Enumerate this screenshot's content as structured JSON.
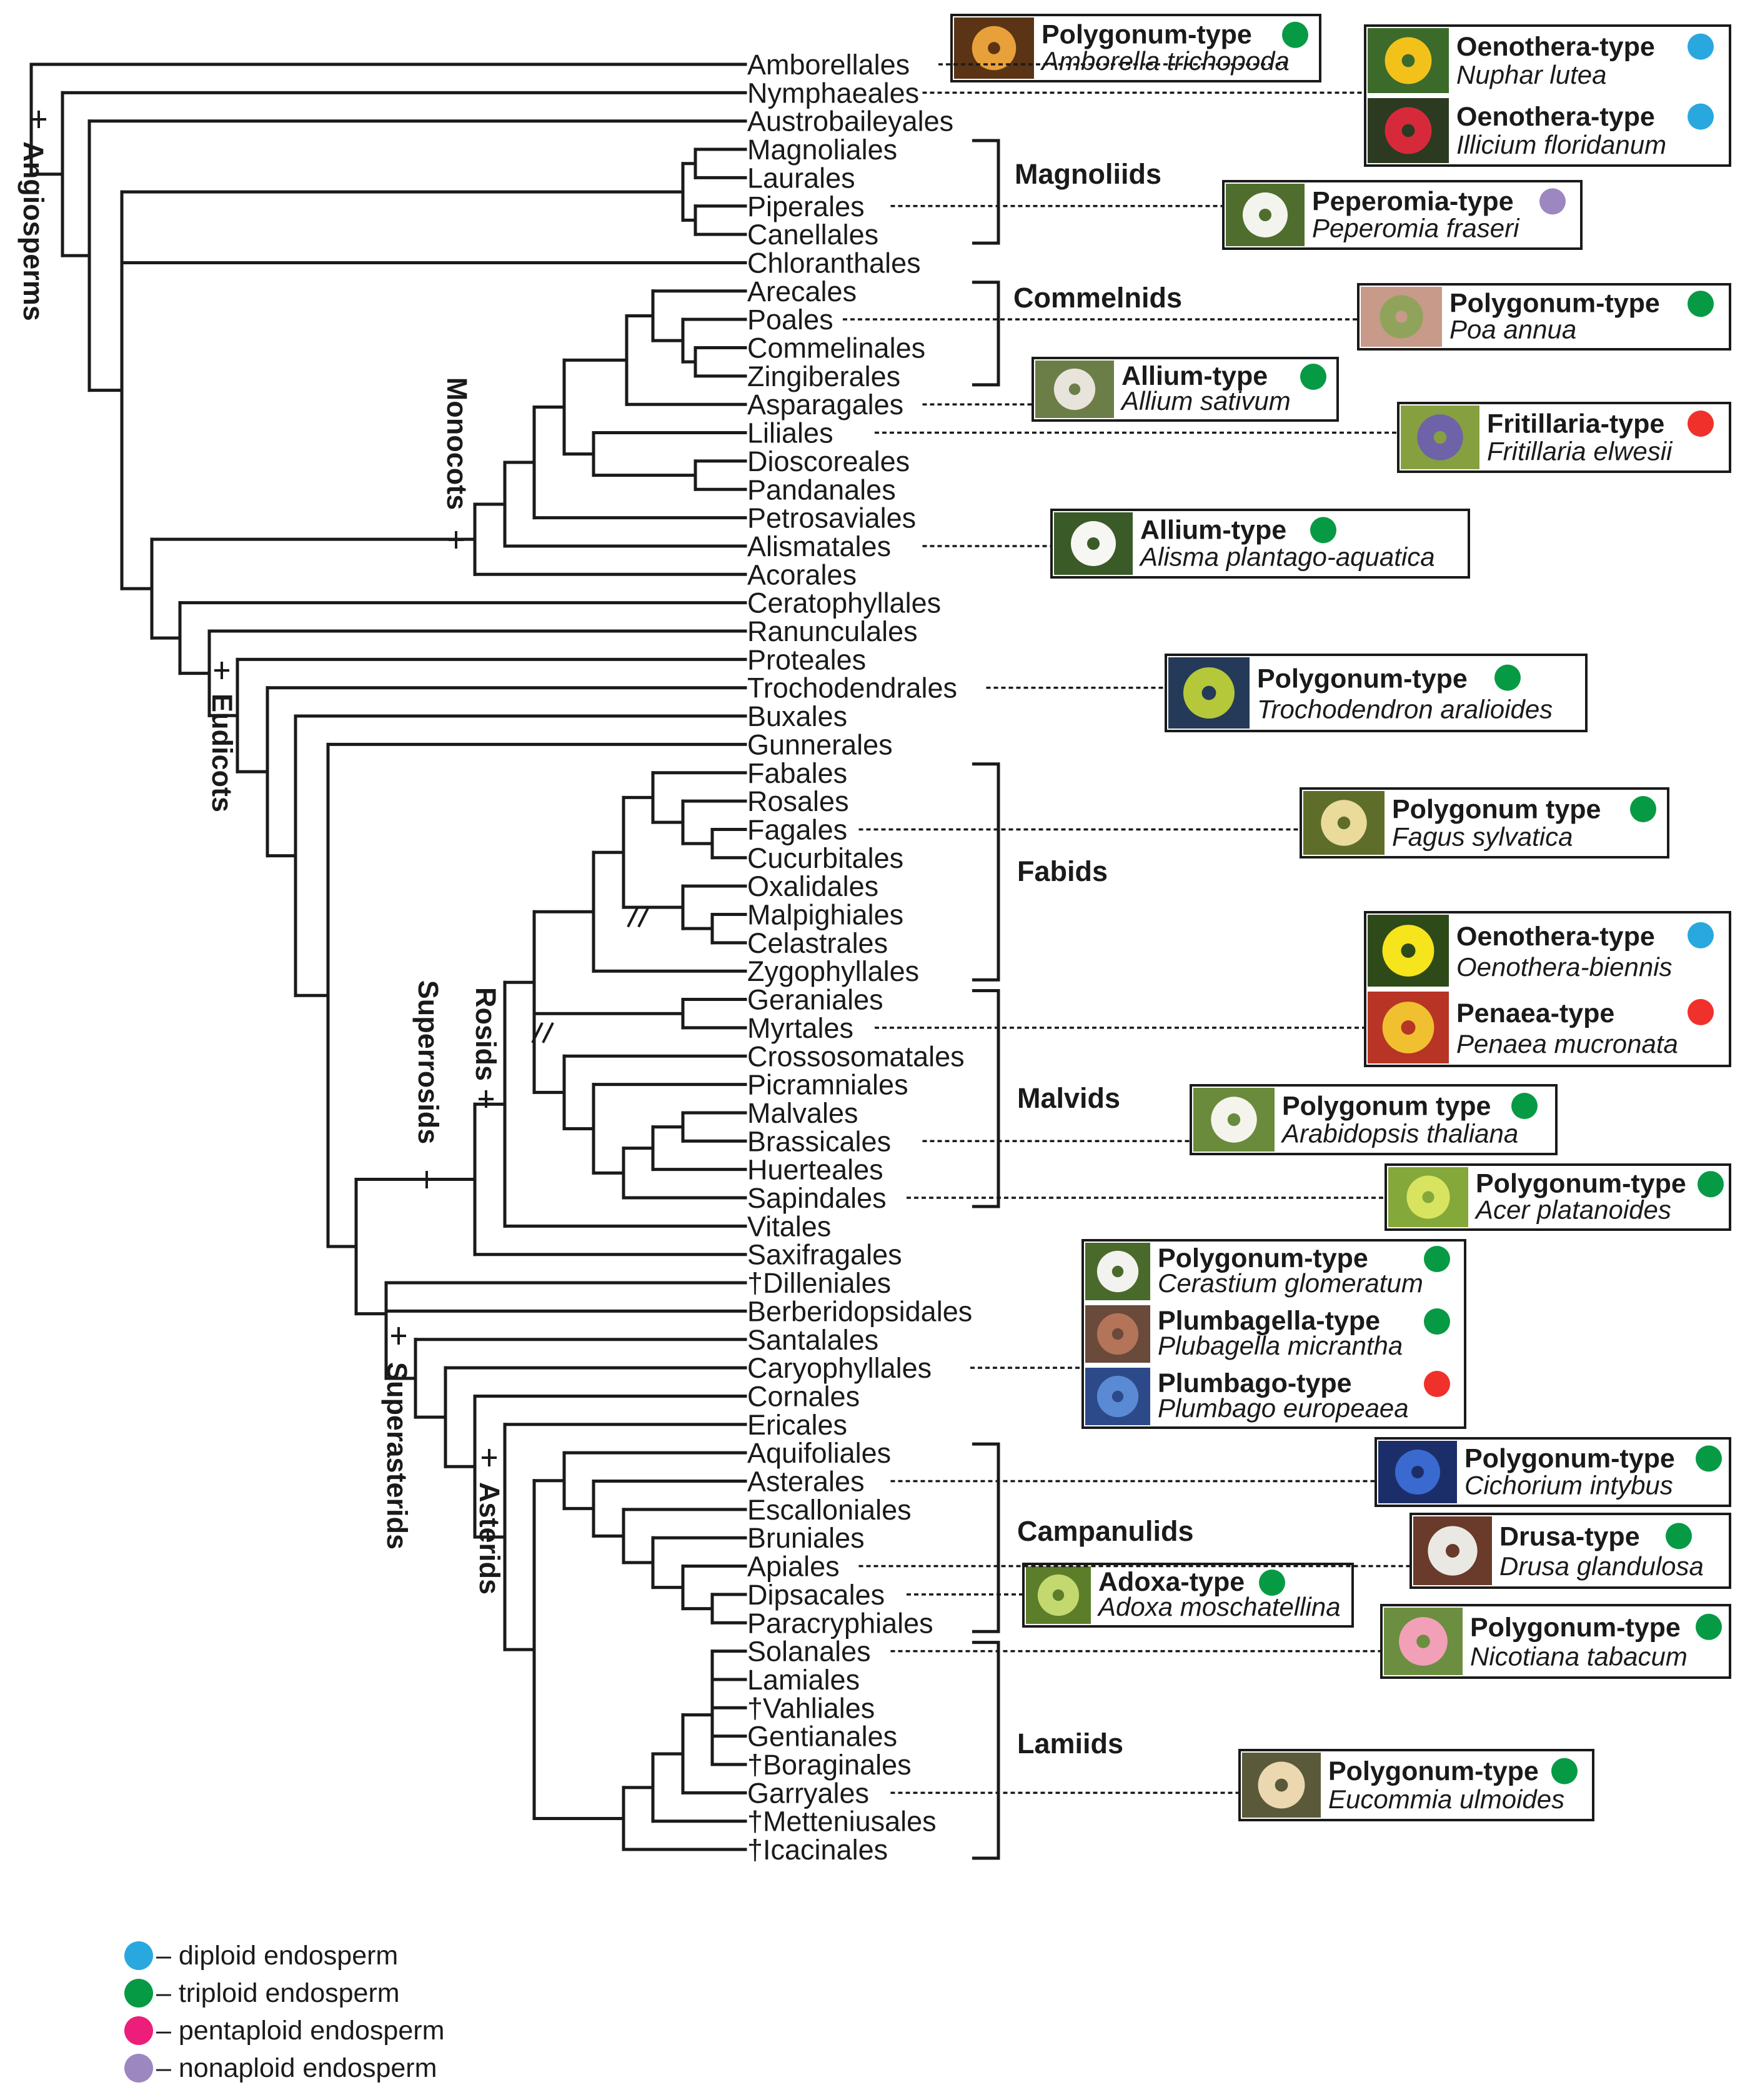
{
  "clades": {
    "angiosperms": "Angiosperms",
    "monocots": "Monocots",
    "eudicots": "Eudicots",
    "superrosids": "Superrosids",
    "rosids": "Rosids",
    "superasterids": "Superasterids",
    "asterids": "Asterids"
  },
  "groups": {
    "magnoliids": "Magnoliids",
    "commelinids": "Commelnids",
    "fabids": "Fabids",
    "malvids": "Malvids",
    "campanulids": "Campanulids",
    "lamiids": "Lamiids"
  },
  "taxa": [
    "Amborellales",
    "Nymphaeales",
    "Austrobaileyales",
    "Magnoliales",
    "Laurales",
    "Piperales",
    "Canellales",
    "Chloranthales",
    "Arecales",
    "Poales",
    "Commelinales",
    "Zingiberales",
    "Asparagales",
    "Liliales",
    "Dioscoreales",
    "Pandanales",
    "Petrosaviales",
    "Alismatales",
    "Acorales",
    "Ceratophyllales",
    "Ranunculales",
    "Proteales",
    "Trochodendrales",
    "Buxales",
    "Gunnerales",
    "Fabales",
    "Rosales",
    "Fagales",
    "Cucurbitales",
    "Oxalidales",
    "Malpighiales",
    "Celastrales",
    "Zygophyllales",
    "Geraniales",
    "Myrtales",
    "Crossosomatales",
    "Picramniales",
    "Malvales",
    "Brassicales",
    "Huerteales",
    "Sapindales",
    "Vitales",
    "Saxifragales",
    "†Dilleniales",
    "Berberidopsidales",
    "Santalales",
    "Caryophyllales",
    "Cornales",
    "Ericales",
    "Aquifoliales",
    "Asterales",
    "Escalloniales",
    "Bruniales",
    "Apiales",
    "Dipsacales",
    "Paracryphiales",
    "Solanales",
    "Lamiales",
    "†Vahliales",
    "Gentianales",
    "†Boraginales",
    "Garryales",
    "†Metteniusales",
    "†Icacinales"
  ],
  "boxes": [
    {
      "entries": [
        {
          "type": "Polygonum-type",
          "species": "Amborella trichopoda",
          "ploidy": "triploid",
          "photo": "orange-flower-photo"
        }
      ]
    },
    {
      "entries": [
        {
          "type": "Oenothera-type",
          "species": "Nuphar lutea",
          "ploidy": "diploid",
          "photo": "yellow-waterlily-photo"
        },
        {
          "type": "Oenothera-type",
          "species": "Illicium floridanum",
          "ploidy": "diploid",
          "photo": "red-star-flower-photo"
        }
      ]
    },
    {
      "entries": [
        {
          "type": "Peperomia-type",
          "species": "Peperomia fraseri",
          "ploidy": "nonaploid",
          "photo": "white-spike-flower-photo"
        }
      ]
    },
    {
      "entries": [
        {
          "type": "Polygonum-type",
          "species": "Poa annua",
          "ploidy": "triploid",
          "photo": "grass-photo"
        }
      ]
    },
    {
      "entries": [
        {
          "type": "Allium-type",
          "species": "Allium sativum",
          "ploidy": "triploid",
          "photo": "garlic-flower-photo"
        }
      ]
    },
    {
      "entries": [
        {
          "type": "Fritillaria-type",
          "species": "Fritillaria elwesii",
          "ploidy": "pentaploid",
          "photo": "purple-bell-flower-photo"
        }
      ]
    },
    {
      "entries": [
        {
          "type": "Allium-type",
          "species": "Alisma plantago-aquatica",
          "ploidy": "triploid",
          "photo": "white-three-petal-photo"
        }
      ]
    },
    {
      "entries": [
        {
          "type": "Polygonum-type",
          "species": "Trochodendron aralioides",
          "ploidy": "triploid",
          "photo": "green-radial-flower-photo"
        }
      ]
    },
    {
      "entries": [
        {
          "type": "Polygonum type",
          "species": "Fagus sylvatica",
          "ploidy": "triploid",
          "photo": "beech-catkin-photo"
        }
      ]
    },
    {
      "entries": [
        {
          "type": "Oenothera-type",
          "species": "Oenothera-biennis",
          "ploidy": "diploid",
          "photo": "yellow-primrose-photo"
        },
        {
          "type": "Penaea-type",
          "species": "Penaea mucronata",
          "ploidy": "pentaploid",
          "photo": "yellow-red-flower-photo"
        }
      ]
    },
    {
      "entries": [
        {
          "type": "Polygonum type",
          "species": "Arabidopsis thaliana",
          "ploidy": "triploid",
          "photo": "white-cress-flower-photo"
        }
      ]
    },
    {
      "entries": [
        {
          "type": "Polygonum-type",
          "species": "Acer platanoides",
          "ploidy": "triploid",
          "photo": "maple-flower-photo"
        }
      ]
    },
    {
      "entries": [
        {
          "type": "Polygonum-type",
          "species": "Cerastium glomeratum",
          "ploidy": "triploid",
          "photo": "white-chickweed-photo"
        },
        {
          "type": "Plumbagella-type",
          "species": "Plubagella micrantha",
          "ploidy": "triploid",
          "photo": "dry-shrub-photo"
        },
        {
          "type": "Plumbago-type",
          "species": "Plumbago europeaea",
          "ploidy": "pentaploid",
          "photo": "blue-plumbago-photo"
        }
      ]
    },
    {
      "entries": [
        {
          "type": "Polygonum-type",
          "species": "Cichorium intybus",
          "ploidy": "triploid",
          "photo": "blue-chicory-photo"
        }
      ]
    },
    {
      "entries": [
        {
          "type": "Drusa-type",
          "species": "Drusa glandulosa",
          "ploidy": "triploid",
          "photo": "white-umbel-photo"
        }
      ]
    },
    {
      "entries": [
        {
          "type": "Adoxa-type",
          "species": "Adoxa moschatellina",
          "ploidy": "triploid",
          "photo": "green-adoxa-photo"
        }
      ]
    },
    {
      "entries": [
        {
          "type": "Polygonum-type",
          "species": "Nicotiana tabacum",
          "ploidy": "triploid",
          "photo": "pink-tobacco-photo"
        }
      ]
    },
    {
      "entries": [
        {
          "type": "Polygonum-type",
          "species": "Eucommia ulmoides",
          "ploidy": "triploid",
          "photo": "eucommia-flower-photo"
        }
      ]
    }
  ],
  "legend": [
    {
      "ploidy": "diploid",
      "label": "– diploid endosperm"
    },
    {
      "ploidy": "triploid",
      "label": "– triploid endosperm"
    },
    {
      "ploidy": "pentaploid",
      "label": "– pentaploid endosperm"
    },
    {
      "ploidy": "nonaploid",
      "label": "– nonaploid endosperm"
    }
  ],
  "colors": {
    "diploid": "#29a8e0",
    "triploid": "#079a45",
    "pentaploid": "#f0312b",
    "nonaploid": "#9c87c0",
    "legend_pentaploid": "#ec1e79",
    "line": "#1a1a1a"
  }
}
